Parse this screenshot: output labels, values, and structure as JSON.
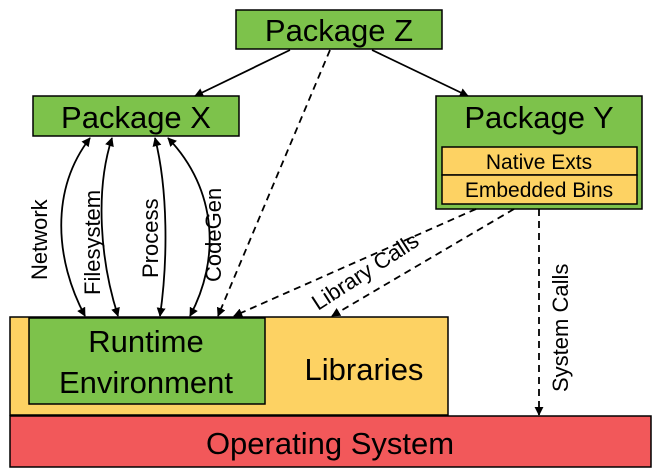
{
  "colors": {
    "green": "#7dc24b",
    "yellow": "#fdd263",
    "red": "#f2585a",
    "stroke": "#000000"
  },
  "boxes": {
    "package_z": "Package Z",
    "package_x": "Package X",
    "package_y": "Package Y",
    "native_exts": "Native Exts",
    "embedded_bins": "Embedded Bins",
    "runtime_line1": "Runtime",
    "runtime_line2": "Environment",
    "libraries": "Libraries",
    "operating_system": "Operating System"
  },
  "edge_labels": {
    "network": "Network",
    "filesystem": "Filesystem",
    "process": "Process",
    "codegen": "CodeGen",
    "library_calls": "Library Calls",
    "system_calls": "System Calls"
  }
}
